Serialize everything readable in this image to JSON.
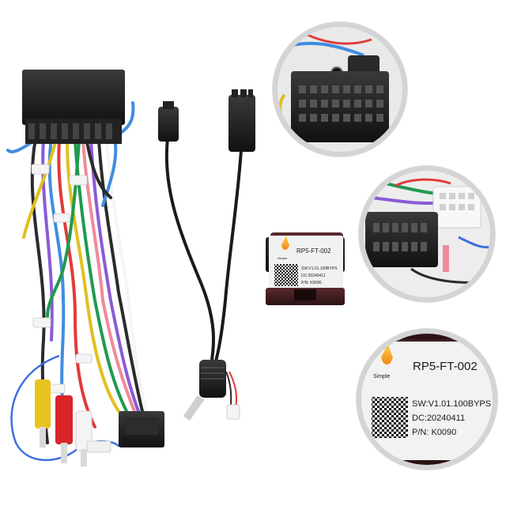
{
  "module": {
    "model": "RP5-FT-002",
    "brand": "Simple",
    "sw": "SW:V1.01.100BYPS",
    "dc": "DC:20240411",
    "pn": "P/N: K0090"
  },
  "zoom_label": {
    "model": "RP5-FT-002",
    "brand": "Simple",
    "sw": "SW:V1.01.100BYPS",
    "dc": "DC:20240411",
    "pn": "P/N: K0090"
  },
  "colors": {
    "background": "#ffffff",
    "connector_black": "#1c1c1e",
    "circle_ring": "#d8d8d8",
    "module_body": "#3a1f22",
    "label_white": "#f2f2f2"
  },
  "icons": {
    "brand_logo": "flame-icon",
    "qr_code": "qr-code-icon"
  }
}
